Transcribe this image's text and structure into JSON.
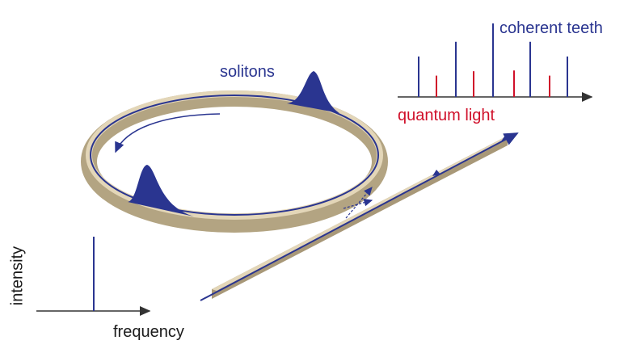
{
  "labels": {
    "solitons": "solitons",
    "coherent_teeth": "coherent teeth",
    "quantum_light": "quantum light",
    "intensity": "intensity",
    "frequency": "frequency"
  },
  "colors": {
    "blue": "#2a3590",
    "red": "#d0102a",
    "ring": "#d8c9a8",
    "axis": "#333333"
  },
  "spectrum": {
    "coherent_teeth_heights": [
      0.55,
      0.75,
      1.0,
      0.75,
      0.55
    ],
    "quantum_light_heights": [
      0.29,
      0.35,
      0.36,
      0.29
    ]
  }
}
